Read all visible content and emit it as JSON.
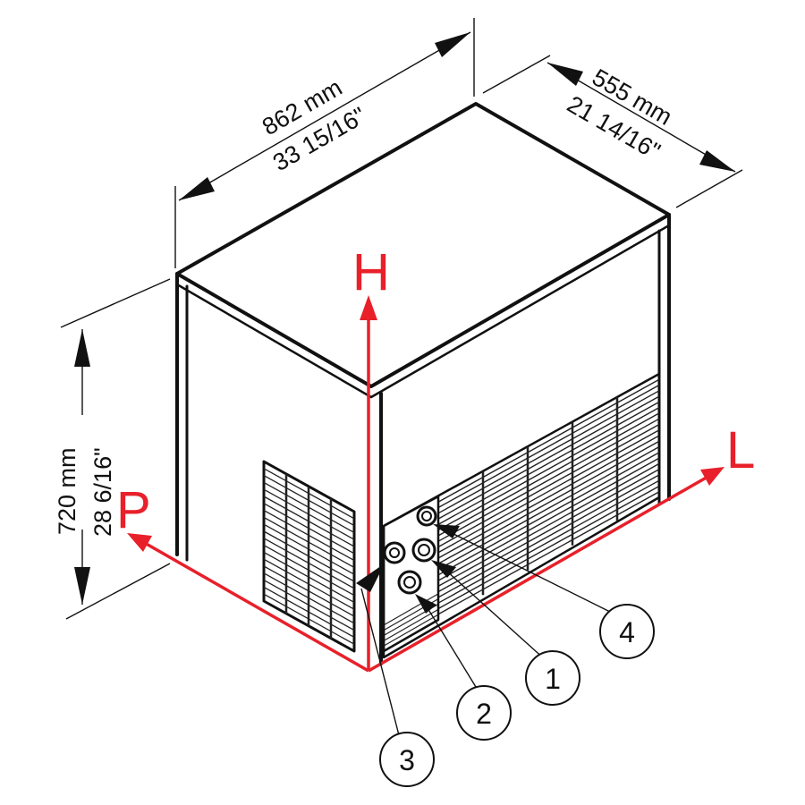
{
  "dimensions": {
    "width_mm": "862 mm",
    "width_in": "33 15/16\"",
    "depth_mm": "555 mm",
    "depth_in": "21 14/16\"",
    "height_mm": "720 mm",
    "height_in": "28 6/16\""
  },
  "axes": {
    "height_label": "H",
    "length_label": "L",
    "depth_label": "P",
    "color": "#e8202a"
  },
  "callouts": [
    {
      "number": "1"
    },
    {
      "number": "2"
    },
    {
      "number": "3"
    },
    {
      "number": "4"
    }
  ]
}
